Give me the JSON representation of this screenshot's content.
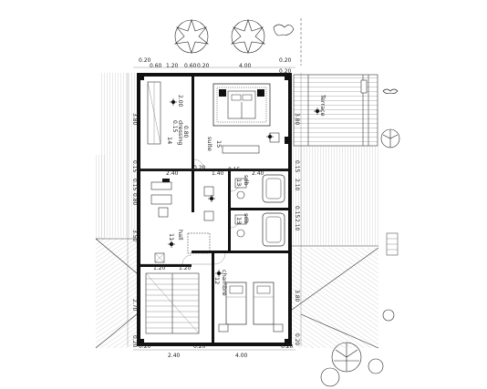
{
  "rooms": {
    "terrace": "Terrace",
    "suite": "suite",
    "suite_num": "15",
    "dressing": "dressing",
    "dressing_num": "14",
    "sdb_a": "sdb",
    "sdb_a_num": "13",
    "sdb_b": "sdb",
    "sdb_b_num": "13",
    "hall": "hall",
    "hall_num": "11",
    "chambre": "chambre",
    "chambre_num": "12"
  },
  "dims": {
    "top_a": "0.20",
    "top_b": "0.60",
    "top_c": "1.20",
    "top_d": "0.60",
    "top_e": "0.20",
    "top_f": "4.00",
    "top_g": "0.20",
    "top_h": "0.20",
    "mid_a": "2.40",
    "mid_b": "0.20",
    "mid_c": "1.40",
    "mid_d": "0.15",
    "mid_e": "2.40",
    "hall_a": "1.20",
    "hall_b": "1.20",
    "bot_a": "0.20",
    "bot_b": "0.20",
    "bot_c": "0.20",
    "bot_d": "2.40",
    "bot_e": "4.00",
    "left_a": "3.80",
    "left_b": "0.15",
    "left_c": "0.15",
    "left_d": "0.80",
    "left_e": "3.50",
    "left_f": "2.70",
    "left_g": "0.20",
    "right_a": "3.80",
    "right_b": "0.15",
    "right_c": "2.10",
    "right_d": "0.15",
    "right_e": "2.10",
    "right_f": "3.80",
    "right_g": "0.20",
    "dressing_dim_a": "2.00",
    "dressing_dim_b": "0.15",
    "dressing_dim_c": "0.80"
  }
}
